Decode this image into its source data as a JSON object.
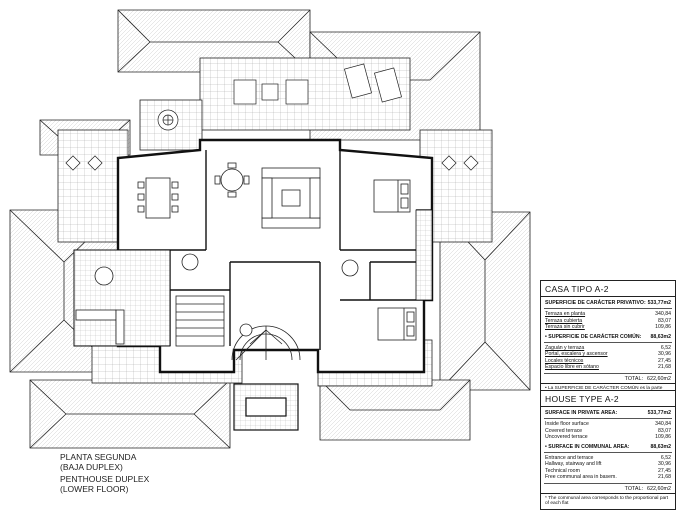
{
  "caption_es": [
    "PLANTA SEGUNDA",
    "(BAJA DUPLEX)"
  ],
  "caption_en": [
    "PENTHOUSE DUPLEX",
    "(LOWER FLOOR)"
  ],
  "table_es": {
    "title": "CASA TIPO A-2",
    "private_header": "SUPERFICIE DE CARÁCTER PRIVATIVO:",
    "private_total": "533,77m2",
    "private_rows": [
      {
        "label": "Terraza en planta",
        "value": "340,84"
      },
      {
        "label": "Terraza cubierta",
        "value": "83,07"
      },
      {
        "label": "Terraza sin cubrir",
        "value": "109,86"
      }
    ],
    "common_header": "• SUPERFICIE DE CARÁCTER COMÚN:",
    "common_total": "88,63m2",
    "common_rows": [
      {
        "label": "Zaguán y terraza",
        "value": "6,52"
      },
      {
        "label": "Portal, escalera y ascensor",
        "value": "30,96"
      },
      {
        "label": "Locales técnicos",
        "value": "27,45"
      },
      {
        "label": "Espacio libre en sótano",
        "value": "21,68"
      }
    ],
    "total_label": "TOTAL:",
    "total_value": "622,60m2",
    "note": "• La SUPERFICIE DE CARÁCTER COMÚN es la parte proporcional que corresponde a esta vivienda."
  },
  "table_en": {
    "title": "HOUSE TYPE A-2",
    "private_header": "SURFACE IN PRIVATE AREA:",
    "private_total": "533,77m2",
    "private_rows": [
      {
        "label": "Inside floor surface",
        "value": "340,84"
      },
      {
        "label": "Covered terrace",
        "value": "83,07"
      },
      {
        "label": "Uncovered terrace",
        "value": "109,86"
      }
    ],
    "common_header": "• SURFACE IN COMMUNAL AREA:",
    "common_total": "88,63m2",
    "common_rows": [
      {
        "label": "Entrance and terrace",
        "value": "6,52"
      },
      {
        "label": "Hallway, stairway and lift",
        "value": "30,96"
      },
      {
        "label": "Technical room",
        "value": "27,45"
      },
      {
        "label": "Free communal area in basem.",
        "value": "21,68"
      }
    ],
    "total_label": "TOTAL:",
    "total_value": "622,60m2",
    "note": "* The communal area corresponds to the proportional part of each flat"
  },
  "colors": {
    "ink": "#1a1a1a",
    "grid": "#9a9a9a",
    "paper": "#ffffff"
  }
}
